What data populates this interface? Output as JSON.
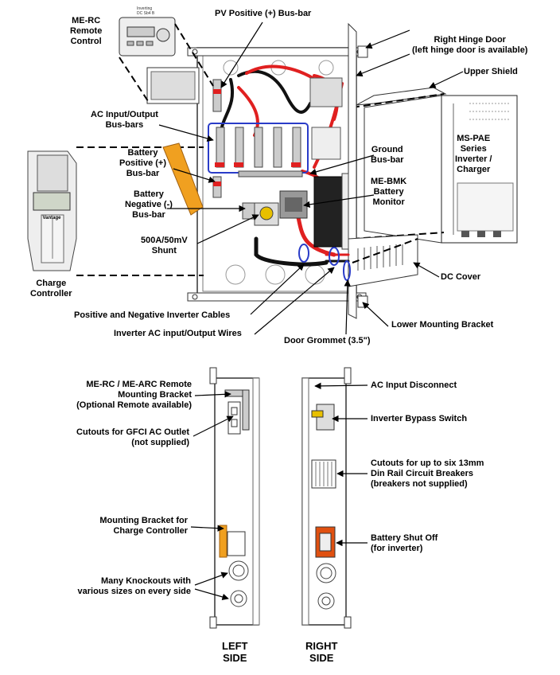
{
  "top_callouts": {
    "pv_positive": "PV Positive (+) Bus-bar",
    "me_rc": "ME-RC\nRemote\nControl",
    "right_hinge_door": "Right Hinge Door\n(left hinge door is available)",
    "upper_shield": "Upper Shield",
    "ac_busbars": "AC Input/Output\nBus-bars",
    "battery_positive": "Battery\nPositive (+)\nBus-bar",
    "ground_busbar": "Ground\nBus-bar",
    "ms_pae": "MS-PAE\nSeries\nInverter /\nCharger",
    "battery_negative": "Battery\nNegative (-)\nBus-bar",
    "me_bmk": "ME-BMK\nBattery\nMonitor",
    "shunt": "500A/50mV\nShunt",
    "charge_controller": "Charge\nController",
    "dc_cover": "DC Cover",
    "inverter_cables": "Positive and Negative Inverter Cables",
    "lower_bracket": "Lower Mounting Bracket",
    "ac_wires": "Inverter AC input/Output Wires",
    "door_grommet": "Door Grommet (3.5\")"
  },
  "left_side": {
    "remote_bracket": "ME-RC / ME-ARC Remote\nMounting Bracket\n(Optional Remote available)",
    "gfci_cutouts": "Cutouts for GFCI AC Outlet\n(not supplied)",
    "cc_bracket": "Mounting Bracket for\nCharge Controller",
    "knockouts": "Many Knockouts with\nvarious sizes on every side",
    "caption": "LEFT\nSIDE"
  },
  "right_side": {
    "ac_disconnect": "AC Input Disconnect",
    "bypass_switch": "Inverter Bypass Switch",
    "din_cutouts": "Cutouts for up to six 13mm\nDin Rail Circuit Breakers\n(breakers not supplied)",
    "shut_off": "Battery Shut Off\n(for inverter)",
    "caption": "RIGHT\nSIDE"
  },
  "device_text": {
    "remote_screen": "Inverting\nDC  Sb4     B",
    "charge_controller_brand": "Vantage"
  },
  "colors": {
    "positive_cable": "#e02020",
    "negative_cable": "#111111",
    "bracket": "#f0a020",
    "highlight_box": "#2a3cc8",
    "breaker": "#e05010"
  }
}
